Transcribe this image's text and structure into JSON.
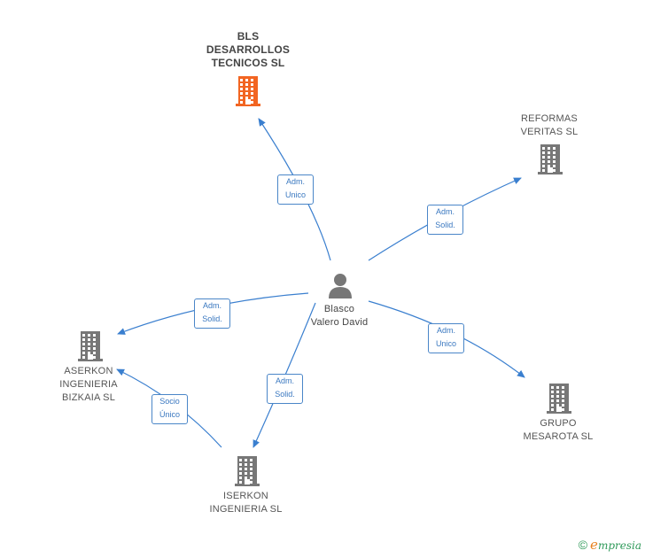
{
  "colors": {
    "edge": "#3a7fcf",
    "main_company": "#f26522",
    "company": "#777777",
    "person": "#777777"
  },
  "person": {
    "label": "Blasco\nValero David",
    "icon": "person-icon"
  },
  "companies": [
    {
      "id": "bls",
      "label": "BLS\nDESARROLLOS\nTECNICOS  SL",
      "icon": "building-icon",
      "highlight": true
    },
    {
      "id": "reformas",
      "label": "REFORMAS\nVERITAS  SL",
      "icon": "building-icon",
      "highlight": false
    },
    {
      "id": "aserkon",
      "label": "ASERKON\nINGENIERIA\nBIZKAIA  SL",
      "icon": "building-icon",
      "highlight": false
    },
    {
      "id": "grupo",
      "label": "GRUPO\nMESAROTA SL",
      "icon": "building-icon",
      "highlight": false
    },
    {
      "id": "iserkon",
      "label": "ISERKON\nINGENIERIA  SL",
      "icon": "building-icon",
      "highlight": false
    }
  ],
  "edges": [
    {
      "from": "person",
      "to": "bls",
      "label": "Adm.\nUnico"
    },
    {
      "from": "person",
      "to": "reformas",
      "label": "Adm.\nSolid."
    },
    {
      "from": "person",
      "to": "aserkon",
      "label": "Adm.\nSolid."
    },
    {
      "from": "person",
      "to": "grupo",
      "label": "Adm.\nUnico"
    },
    {
      "from": "person",
      "to": "iserkon",
      "label": "Adm.\nSolid."
    },
    {
      "from": "iserkon",
      "to": "aserkon",
      "label": "Socio\nÚnico"
    }
  ],
  "footer": {
    "copyright": "©",
    "brand_initial": "e",
    "brand_rest": "mpresia"
  }
}
